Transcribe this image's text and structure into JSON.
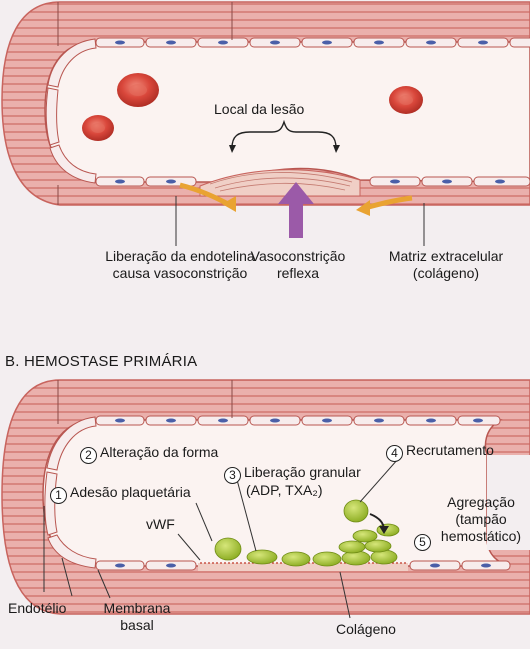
{
  "panel_a": {
    "lesion_label": "Local da lesão",
    "endothelin_line1": "Liberação da endotelina",
    "endothelin_line2": "causa vasoconstrição",
    "reflex_line1": "Vasoconstrição",
    "reflex_line2": "reflexa",
    "matrix_line1": "Matriz extracelular",
    "matrix_line2": "(colágeno)"
  },
  "panel_b": {
    "section_title": "B. HEMOSTASE PRIMÁRIA",
    "steps": [
      {
        "number": "1",
        "label": "Adesão plaquetária"
      },
      {
        "number": "2",
        "label": "Alteração da forma"
      },
      {
        "number": "3",
        "label": "Liberação granular",
        "sublabel": "(ADP, TXA₂)"
      },
      {
        "number": "4",
        "label": "Recrutamento"
      },
      {
        "number": "5",
        "label_line1": "Agregação",
        "label_line2": "(tampão",
        "label_line3": "hemostático)"
      }
    ],
    "vwf_label": "vWF",
    "endothelium_label": "Endotélio",
    "membrane_line1": "Membrana",
    "membrane_line2": "basal",
    "collagen_label": "Colágeno"
  },
  "colors": {
    "vessel_wall": "#e8a7a3",
    "vessel_stripe": "#c8645e",
    "lumen": "#fbf3f1",
    "endothelial_cell": "#f7ecec",
    "nucleus": "#4a5fa8",
    "red_cell": "#d9473b",
    "platelet": "#9fbe2e",
    "arrow_orange": "#e9a332",
    "arrow_purple": "#9b5aa8"
  }
}
